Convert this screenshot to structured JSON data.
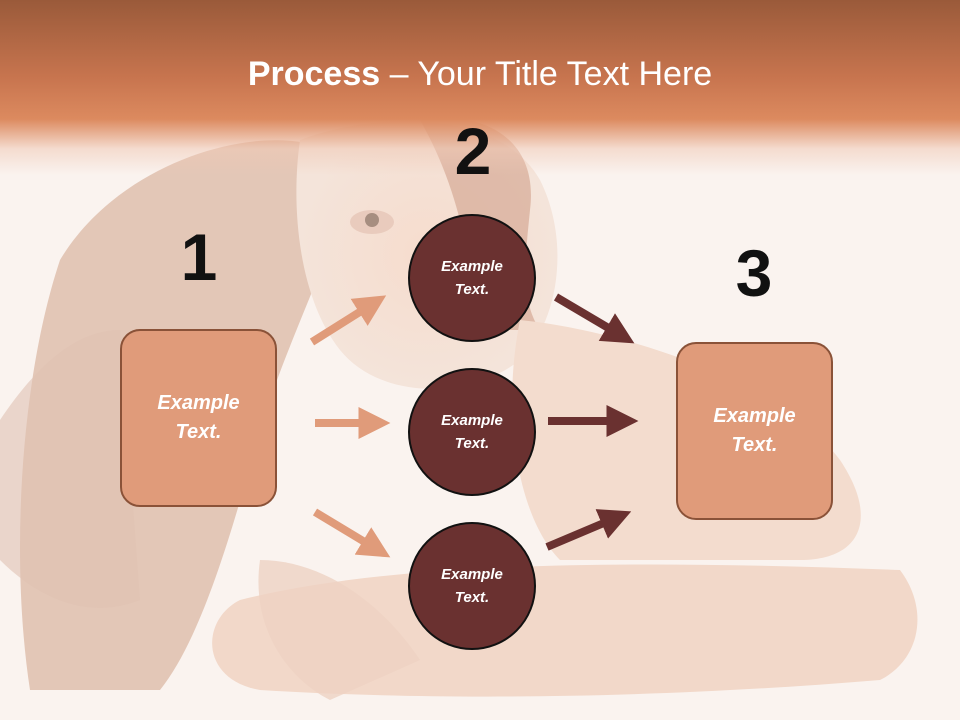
{
  "slide": {
    "title_bold": "Process",
    "title_rest": " – Your Title Text Here"
  },
  "steps": {
    "one": {
      "number": "1",
      "line1": "Example",
      "line2": "Text."
    },
    "two": {
      "number": "2"
    },
    "three": {
      "number": "3",
      "line1": "Example",
      "line2": "Text."
    }
  },
  "circles": [
    {
      "line1": "Example",
      "line2": "Text."
    },
    {
      "line1": "Example",
      "line2": "Text."
    },
    {
      "line1": "Example",
      "line2": "Text."
    }
  ],
  "colors": {
    "header": "#c8754f",
    "box_fill": "#e09b7a",
    "circle_fill": "#6a3130",
    "arrow_light": "#e09b7a",
    "arrow_dark": "#6a3130"
  }
}
